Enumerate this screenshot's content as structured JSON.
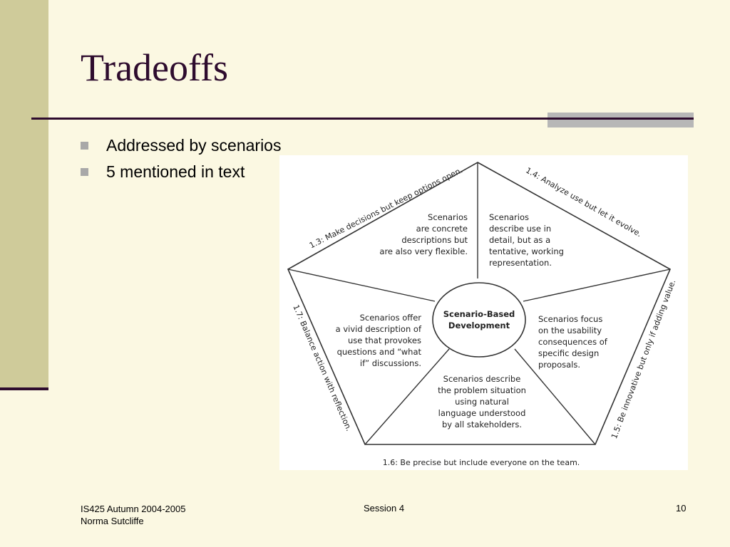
{
  "slide": {
    "title": "Tradeoffs",
    "bullets": [
      "Addressed by scenarios",
      "5 mentioned in text"
    ]
  },
  "diagram": {
    "center": [
      "Scenario-Based",
      "Development"
    ],
    "cells": {
      "top_left": [
        "Scenarios",
        "are concrete",
        "descriptions but",
        "are also very flexible."
      ],
      "top_right": [
        "Scenarios",
        "describe use in",
        "detail, but as a",
        "tentative, working",
        "representation."
      ],
      "left": [
        "Scenarios offer",
        "a vivid description of",
        "use that provokes",
        "questions and “what",
        "if” discussions."
      ],
      "right": [
        "Scenarios focus",
        "on the usability",
        "consequences of",
        "specific design",
        "proposals."
      ],
      "bottom": [
        "Scenarios describe",
        "the problem situation",
        "using natural",
        "language understood",
        "by all stakeholders."
      ]
    },
    "edges": {
      "e13": "1.3: Make decisions but keep options open.",
      "e14": "1.4: Analyze use but let it evolve.",
      "e15": "1.5: Be innovative but only if adding value.",
      "e16": "1.6: Be precise but include everyone on the team.",
      "e17": "1.7: Balance action with reflection."
    }
  },
  "footer": {
    "course": "IS425 Autumn 2004-2005",
    "author": "Norma Sutcliffe",
    "session": "Session 4",
    "page": "10"
  },
  "colors": {
    "background": "#FBF8E2",
    "band": "#CFCB9A",
    "accent_dark": "#2E0C2E",
    "bullet": "#A8A8A8"
  }
}
